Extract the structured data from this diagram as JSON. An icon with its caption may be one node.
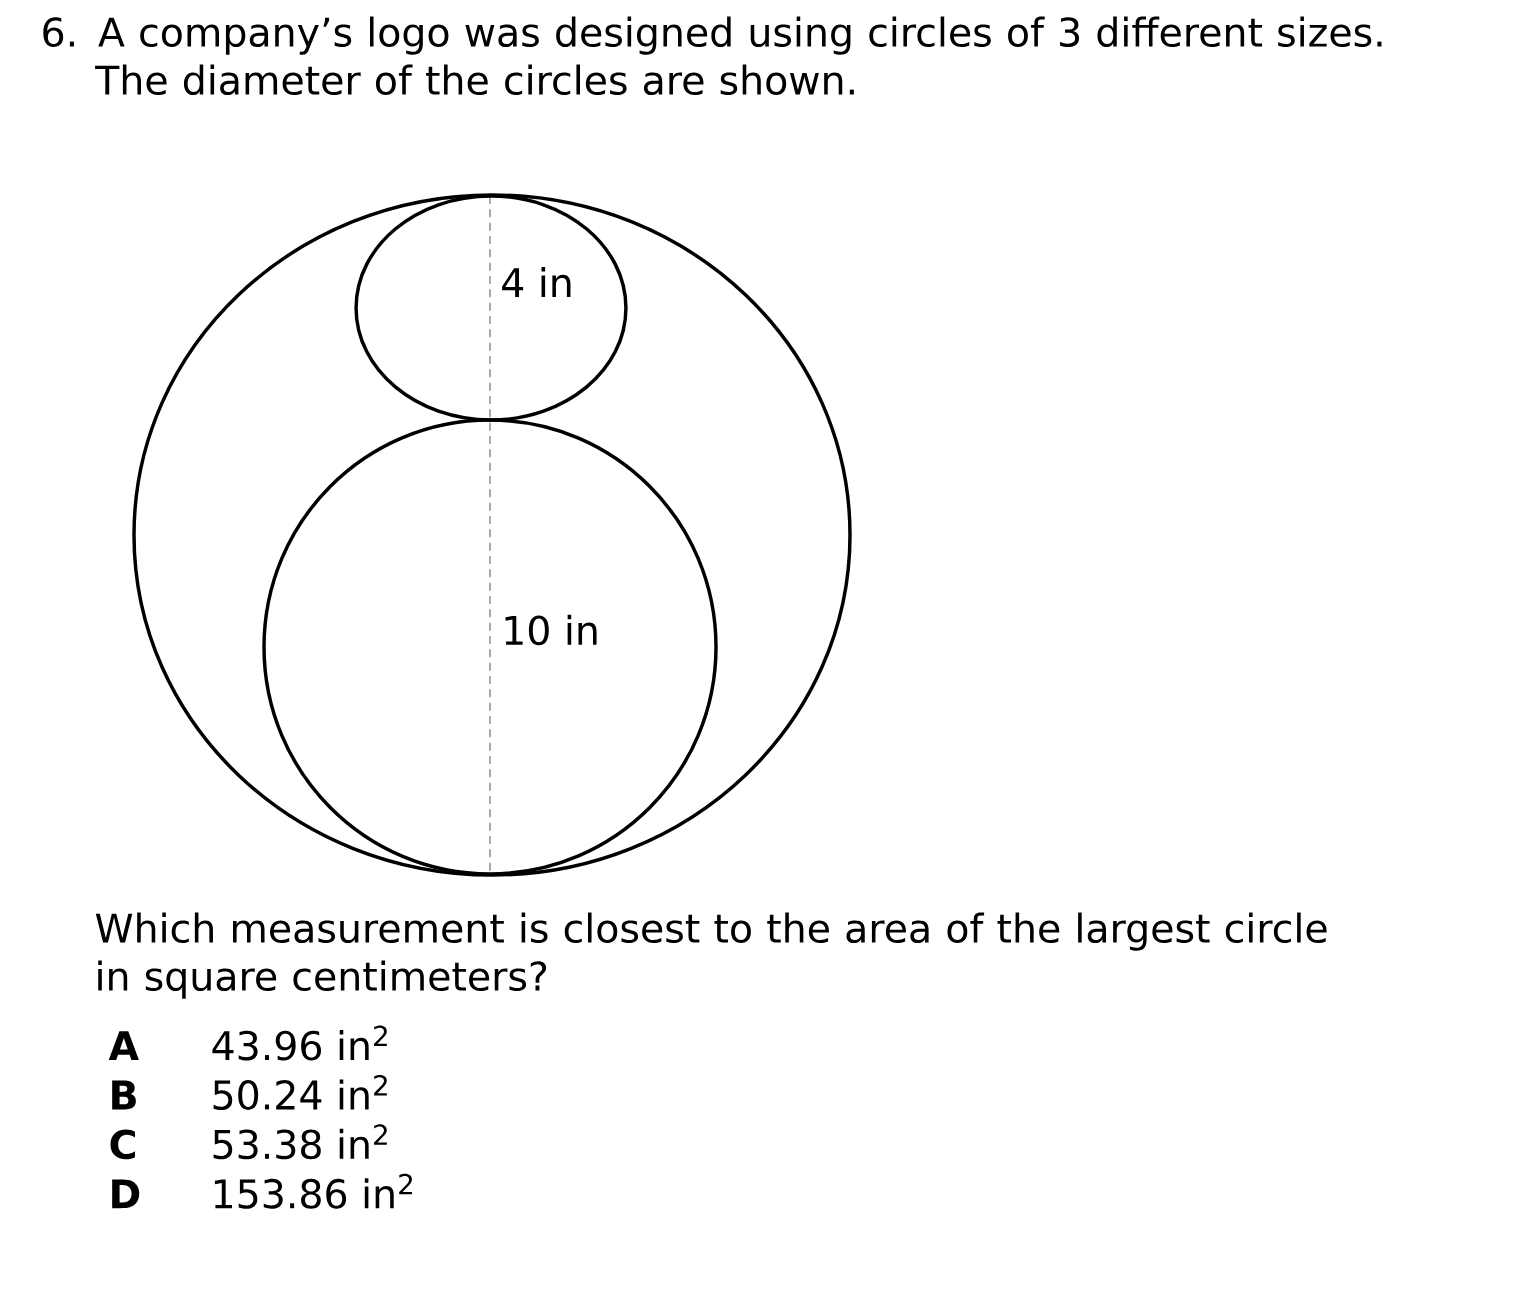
{
  "diagram": {
    "title": "6. A company’s logo was designed using circles of 3 different sizes. The diameter of the circles are shown.",
    "nodes": [
      {
        "text": [],
        "shape": "circle"
      },
      {
        "text": [
          "4 in"
        ],
        "in": 0
      },
      {
        "text": [
          "10 in"
        ],
        "in": 0
      }
    ],
    "labels": [
      "Which measurement is closest to the area of the largest circle in square centimeters?",
      "A",
      "43.96 in$^{2}$",
      "B",
      "50.24 in$^{2}$",
      "C",
      "53.38 in$^{2}$",
      "D",
      "153.86 in$^{2}$"
    ]
  }
}
